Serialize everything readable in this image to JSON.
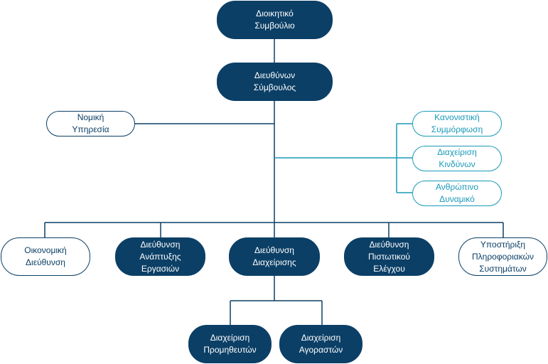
{
  "nodes": {
    "board": "Διοικητικό\nΣυμβούλιο",
    "ceo": "Διευθύνων\nΣύμβουλος",
    "legal": "Νομική\nΥπηρεσία",
    "compliance": "Κανονιστική\nΣυμμόρφωση",
    "risk": "Διαχείριση\nΚινδύνων",
    "hr": "Ανθρώπινο\nΔυναμικό",
    "finance": "Οικονομική\nΔιεύθυνση",
    "business_dev": "Διεύθυνση\nΑνάπτυξης\nΕργασιών",
    "management": "Διεύθυνση\nΔιαχείρισης",
    "credit": "Διεύθυνση\nΠιστωτικού\nΕλέγχου",
    "it_support": "Υποστήριξη\nΠληροφοριακών\nΣυστημάτων",
    "suppliers": "Διαχείριση\nΠρομηθευτών",
    "buyers": "Διαχείριση\nΑγοραστών"
  },
  "colors": {
    "dark": "#0b3f66",
    "teal": "#1a9ab8"
  }
}
